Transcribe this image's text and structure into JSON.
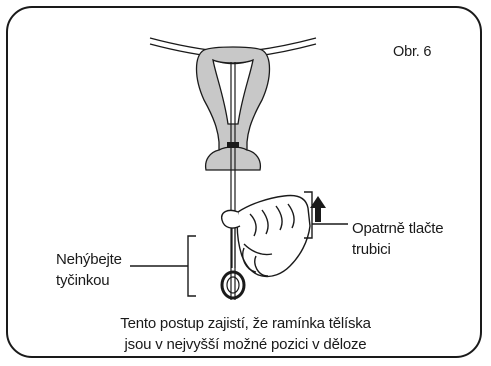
{
  "figure": {
    "number_label": "Obr. 6"
  },
  "labels": {
    "warning_line1": "Nehýbejte",
    "warning_line2": "tyčinkou",
    "push_line1": "Opatrně tlačte",
    "push_line2": "trubici"
  },
  "caption": {
    "line1": "Tento postup zajistí, že ramínka tělíska",
    "line2": "jsou v nejvyšší možné pozici v děloze"
  },
  "colors": {
    "ink": "#1a1a1a",
    "uterus_fill": "#c8c8c8",
    "arrow_fill": "#1a1a1a"
  },
  "icons": [
    "uterus-illustration",
    "hand-icon",
    "up-arrow-icon",
    "ring-handle-icon"
  ]
}
